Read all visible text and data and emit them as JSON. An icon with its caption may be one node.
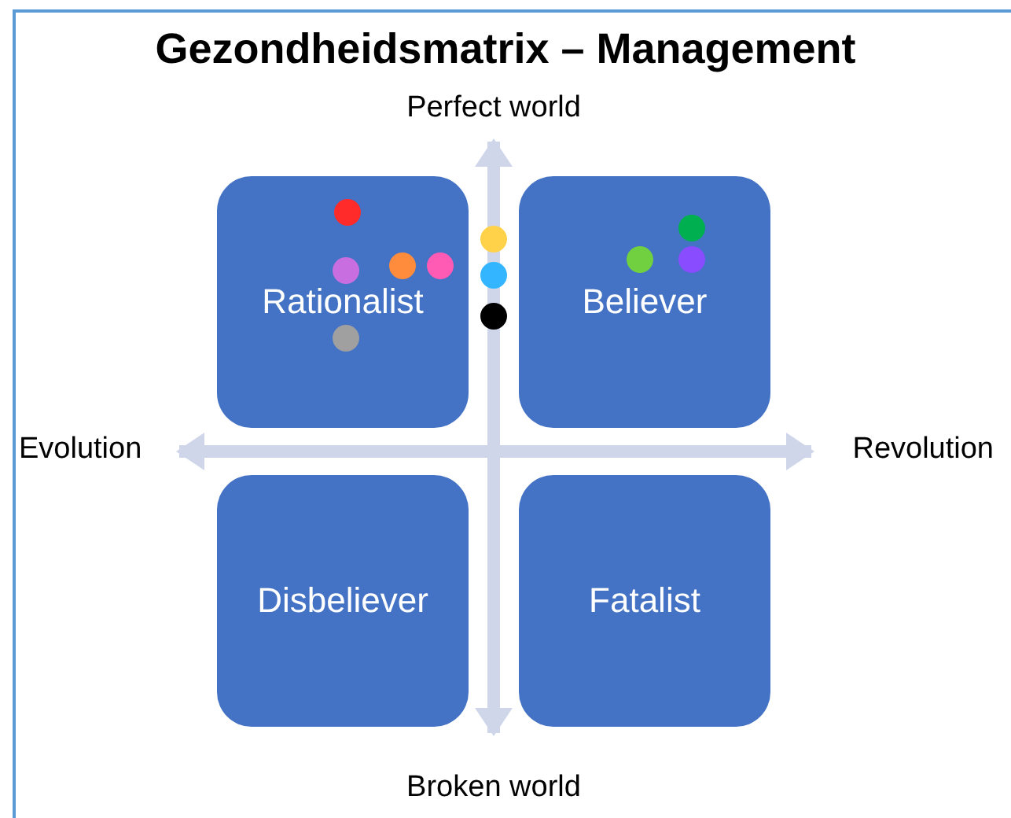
{
  "diagram": {
    "title": "Gezondheidsmatrix – Management",
    "nodes": [
      {
        "text": [
          "Rationalist"
        ]
      },
      {
        "text": [
          "Believer"
        ]
      },
      {
        "text": [
          "Disbeliever"
        ]
      },
      {
        "text": [
          "Fatalist"
        ]
      }
    ],
    "labels": [
      "Perfect world",
      "Evolution",
      "Revolution",
      "Broken world"
    ]
  }
}
